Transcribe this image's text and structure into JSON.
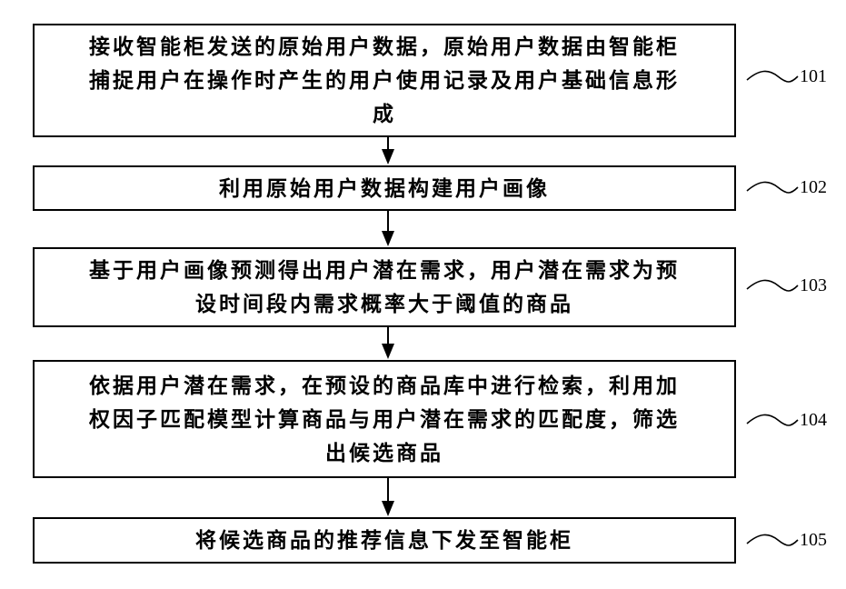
{
  "flowchart": {
    "steps": [
      {
        "id": "101",
        "lines": [
          "接收智能柜发送的原始用户数据，原始用户数据由智能柜",
          "捕捉用户在操作时产生的用户使用记录及用户基础信息形",
          "成"
        ]
      },
      {
        "id": "102",
        "lines": [
          "利用原始用户数据构建用户画像"
        ]
      },
      {
        "id": "103",
        "lines": [
          "基于用户画像预测得出用户潜在需求，用户潜在需求为预",
          "设时间段内需求概率大于阈值的商品"
        ]
      },
      {
        "id": "104",
        "lines": [
          "依据用户潜在需求，在预设的商品库中进行检索，利用加",
          "权因子匹配模型计算商品与用户潜在需求的匹配度，筛选",
          "出候选商品"
        ]
      },
      {
        "id": "105",
        "lines": [
          "将候选商品的推荐信息下发至智能柜"
        ]
      }
    ]
  }
}
